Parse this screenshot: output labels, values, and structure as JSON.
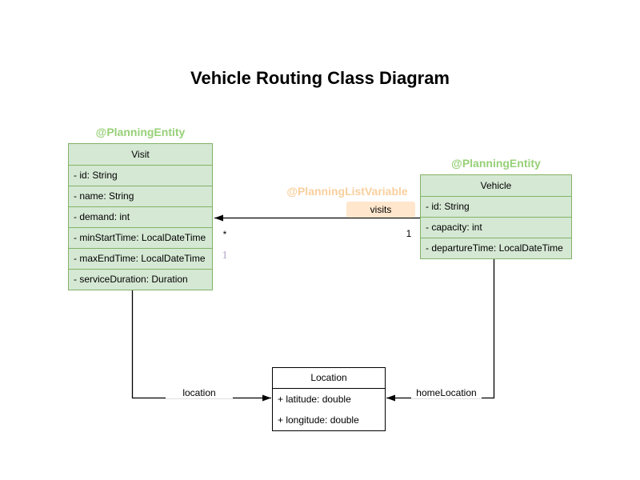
{
  "title": "Vehicle Routing Class Diagram",
  "classes": {
    "visit": {
      "annotation": "@PlanningEntity",
      "name": "Visit",
      "attributes": [
        "- id: String",
        "- name: String",
        "- demand: int",
        "- minStartTime: LocalDateTime",
        "- maxEndTime: LocalDateTime",
        "- serviceDuration: Duration"
      ]
    },
    "vehicle": {
      "annotation": "@PlanningEntity",
      "name": "Vehicle",
      "attributes": [
        "- id: String",
        "- capacity: int",
        "- departureTime: LocalDateTime"
      ]
    },
    "location": {
      "name": "Location",
      "attributes": [
        "+ latitude: double",
        "+ longitude: double"
      ]
    }
  },
  "edges": {
    "visits": {
      "annotation": "@PlanningListVariable",
      "label": "visits",
      "target_multiplicity": "*",
      "source_multiplicity": "1",
      "index_label": "1"
    },
    "location": {
      "label": "location"
    },
    "home_location": {
      "label": "homeLocation"
    }
  },
  "colors": {
    "class_fill": "#d5e8d4",
    "class_border": "#82b366",
    "plain_class_fill": "#ffffff",
    "plain_class_border": "#000000",
    "planning_entity": "#97d077",
    "planning_list_variable": "#f9cf9d",
    "visits_label_bg": "#ffe6cc",
    "index_label": "#b3a2cc",
    "edge": "#000000"
  }
}
